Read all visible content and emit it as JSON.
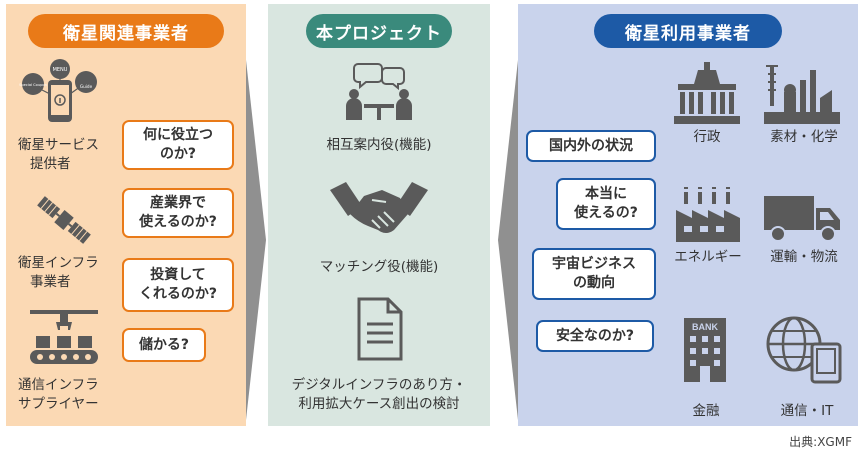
{
  "left": {
    "title": "衛星関連事業者",
    "players": [
      {
        "line1": "衛星サービス",
        "line2": "提供者"
      },
      {
        "line1": "衛星インフラ",
        "line2": "事業者"
      },
      {
        "line1": "通信インフラ",
        "line2": "サプライヤー"
      }
    ],
    "phone_badges": [
      "MENU",
      "Special Coupon",
      "Guide"
    ],
    "questions": [
      {
        "line1": "何に役立つ",
        "line2": "のか?"
      },
      {
        "line1": "産業界で",
        "line2": "使えるのか?"
      },
      {
        "line1": "投資して",
        "line2": "くれるのか?"
      },
      {
        "line1": "儲かる?",
        "line2": ""
      }
    ]
  },
  "middle": {
    "title": "本プロジェクト",
    "roles": [
      {
        "line1": "相互案内役(機能)",
        "line2": ""
      },
      {
        "line1": "マッチング役(機能)",
        "line2": ""
      },
      {
        "line1": "デジタルインフラのあり方・",
        "line2": "利用拡大ケース創出の検討"
      }
    ]
  },
  "right": {
    "title": "衛星利用事業者",
    "questions": [
      {
        "line1": "国内外の状況",
        "line2": ""
      },
      {
        "line1": "本当に",
        "line2": "使えるの?"
      },
      {
        "line1": "宇宙ビジネス",
        "line2": "の動向"
      },
      {
        "line1": "安全なのか?",
        "line2": ""
      }
    ],
    "sectors": [
      "行政",
      "素材・化学",
      "エネルギー",
      "運輸・物流",
      "金融",
      "通信・IT"
    ],
    "bank_text": "BANK"
  },
  "source": "出典:XGMF",
  "colors": {
    "orange": "#e97a18",
    "teal": "#3a8a7c",
    "blue": "#1d5aa6",
    "icon_gray": "#5a5a5a"
  }
}
